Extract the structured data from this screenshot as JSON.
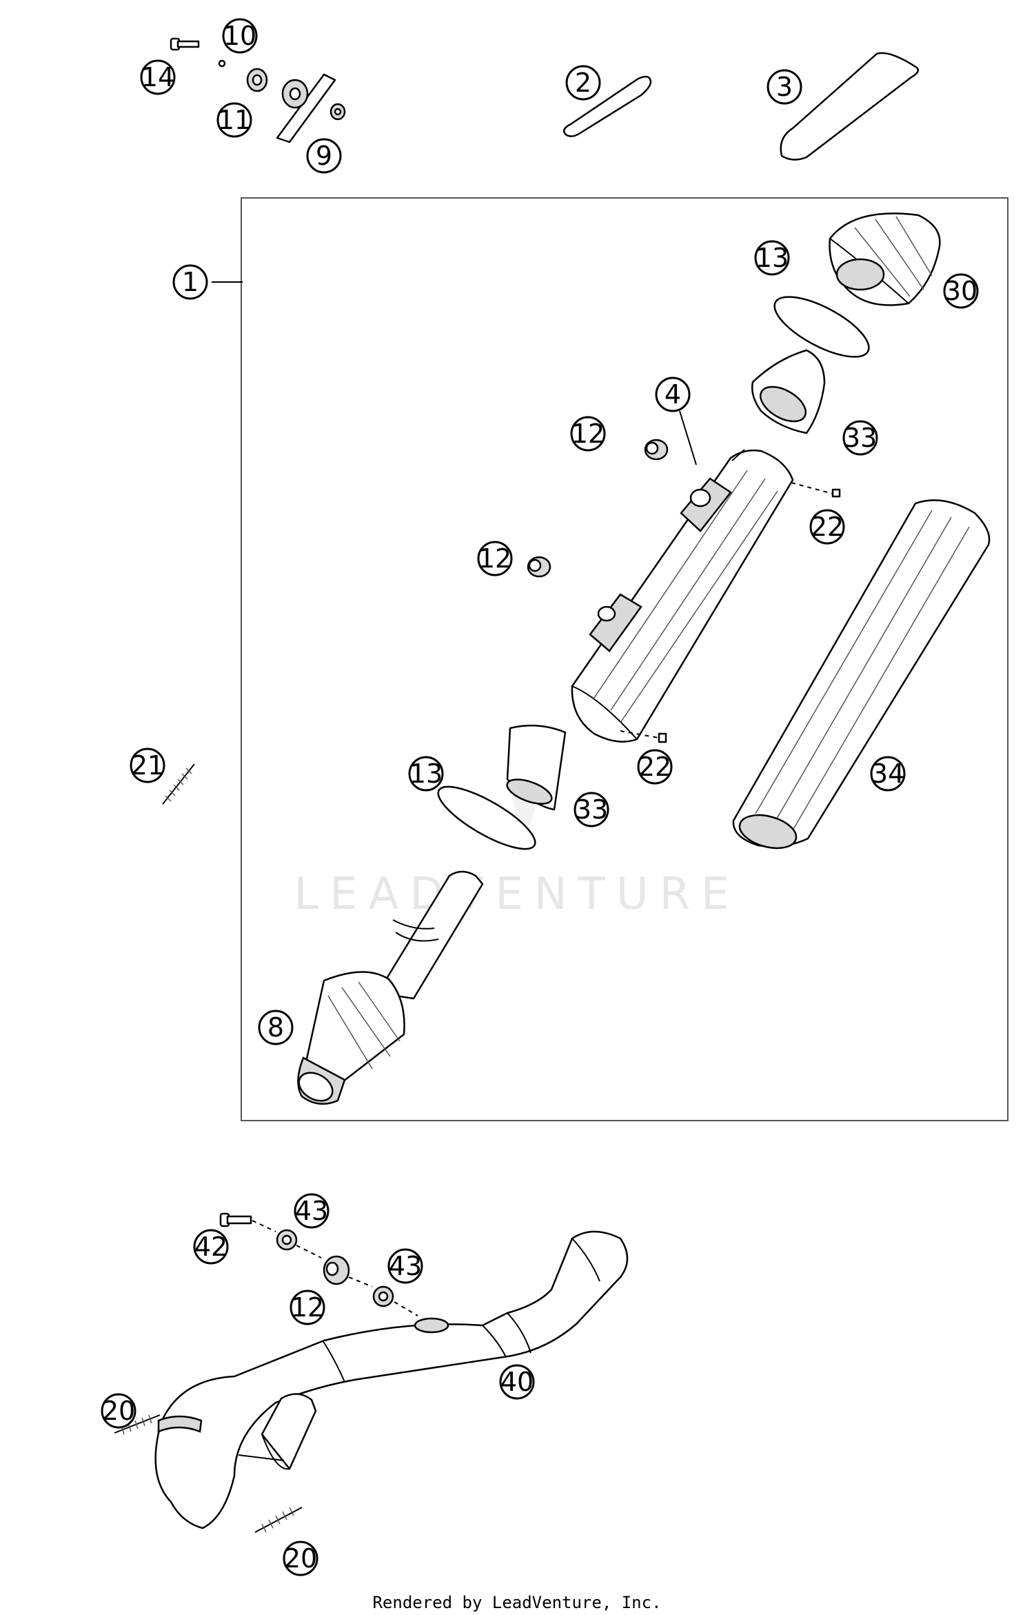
{
  "diagram": {
    "watermark": "LEADVENTURE",
    "credit": "Rendered by LeadVenture, Inc.",
    "callouts": [
      "14",
      "10",
      "11",
      "9",
      "2",
      "3",
      "1",
      "13",
      "30",
      "4",
      "12",
      "33",
      "22",
      "12",
      "21",
      "13",
      "22",
      "33",
      "34",
      "8",
      "43",
      "42",
      "43",
      "12",
      "40",
      "20",
      "20"
    ]
  }
}
